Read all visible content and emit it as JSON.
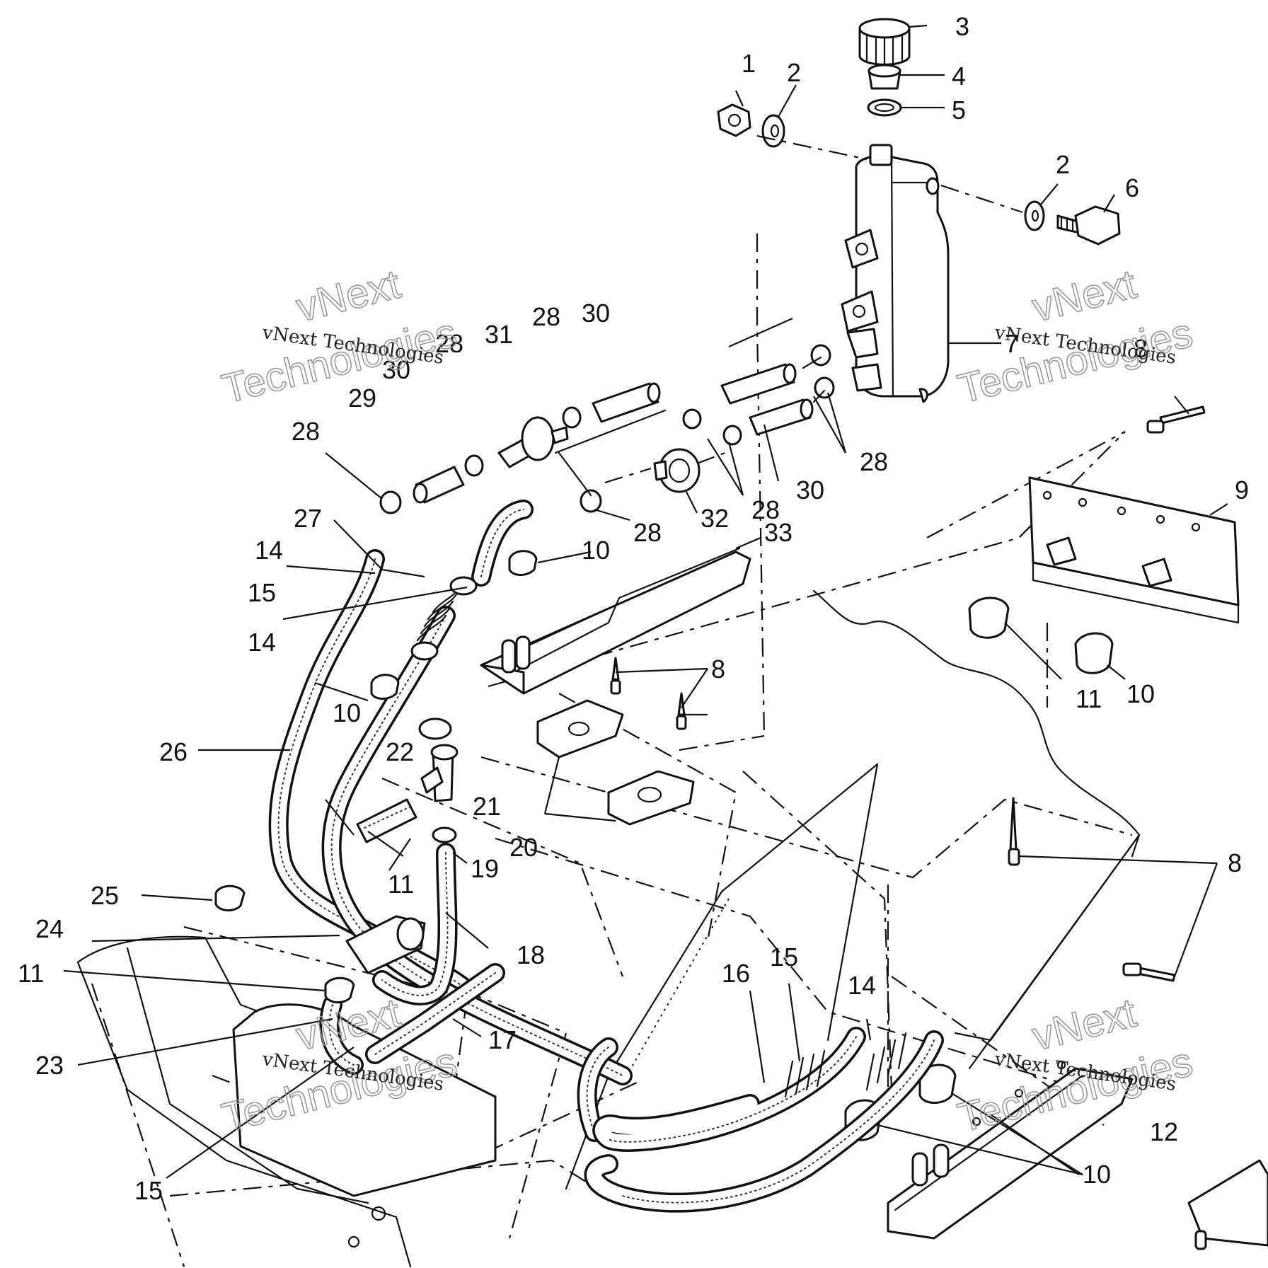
{
  "diagram": {
    "callouts": {
      "c1": "1",
      "c2a": "2",
      "c2b": "2",
      "c3": "3",
      "c4": "4",
      "c5": "5",
      "c6": "6",
      "c7": "7",
      "c8a": "8",
      "c8b": "8",
      "c8c": "8",
      "c9": "9",
      "c10a": "10",
      "c10b": "10",
      "c10c": "10",
      "c10d": "10",
      "c11a": "11",
      "c11b": "11",
      "c11c": "11",
      "c12": "12",
      "c14a": "14",
      "c14b": "14",
      "c14c": "14",
      "c15a": "15",
      "c15b": "15",
      "c15c": "15",
      "c16": "16",
      "c17": "17",
      "c18": "18",
      "c19": "19",
      "c20": "20",
      "c21": "21",
      "c22": "22",
      "c23": "23",
      "c24": "24",
      "c25": "25",
      "c26": "26",
      "c27": "27",
      "c28a": "28",
      "c28b": "28",
      "c28c": "28",
      "c28d": "28",
      "c28e": "28",
      "c28f": "28",
      "c29": "29",
      "c30a": "30",
      "c30b": "30",
      "c30c": "30",
      "c31": "31",
      "c32": "32",
      "c33": "33"
    },
    "watermark": {
      "line_small": "vNext Technologies",
      "line_big_1": "vNext",
      "line_big_2": "Technologies"
    }
  }
}
